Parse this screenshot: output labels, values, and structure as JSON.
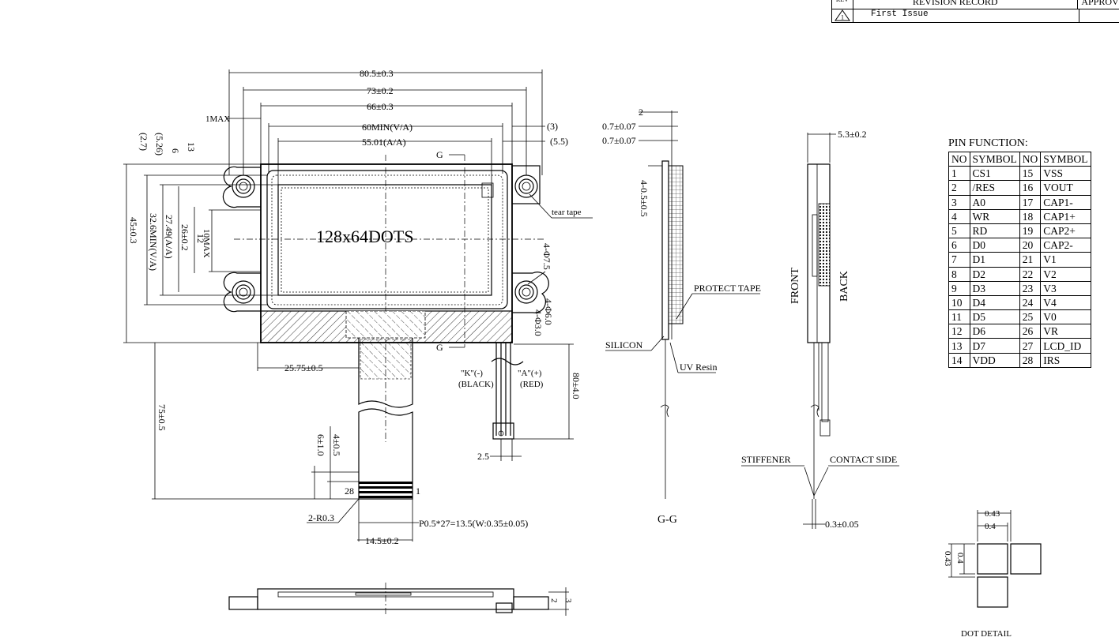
{
  "revision": {
    "col_rev": "REV",
    "col_record": "REVISION RECORD",
    "col_approve": "APPROVE",
    "first_issue": "First Issue",
    "rev_mark": "1"
  },
  "front_view": {
    "display_text": "128x64DOTS",
    "dims": {
      "w_outer": "80.5±0.3",
      "w_73": "73±0.2",
      "w_66": "66±0.3",
      "w_va": "60MIN(V/A)",
      "w_aa": "55.01(A/A)",
      "side_3": "(3)",
      "side_55": "(5.5)",
      "one_max": "1MAX",
      "h_27": "(2.7)",
      "h_526": "(5.26)",
      "h_6": "6",
      "h_13": "13",
      "h_45": "45±0.3",
      "h_326": "32.6MIN(V/A)",
      "h_2749": "27.49(A/A)",
      "h_26": "26±0.2",
      "h_12": "12",
      "ten_max": "10MAX",
      "holes_75": "4-Φ7.5",
      "holes_60": "4-Φ6.0",
      "holes_30": "4-Φ3.0",
      "offset_2575": "25.75±0.5",
      "len_75": "75±0.5",
      "len_80": "80±4.0",
      "w_25": "2.5",
      "tail_4": "4±0.5",
      "tail_6": "6±1.0",
      "pin_28": "28",
      "pin_1": "1",
      "radius": "2-R0.3",
      "pitch": "P0.5*27=13.5(W:0.35±0.05)",
      "w_145": "14.5±0.2"
    },
    "section_mark": "G",
    "tear_tape": "tear tape",
    "wire_k": "\"K\"(-)",
    "wire_k_color": "(BLACK)",
    "wire_a": "\"A\"(+)",
    "wire_a_color": "(RED)"
  },
  "bottom_view": {
    "dim_2": "2",
    "dim_3": "3"
  },
  "section_gg": {
    "label": "G-G",
    "dim_2": "2",
    "dim_07a": "0.7±0.07",
    "dim_07b": "0.7±0.07",
    "dim_405": "4-0.5±0.5",
    "protect_tape": "PROTECT TAPE",
    "silicon": "SILICON",
    "uv_resin": "UV Resin"
  },
  "side_view": {
    "thickness": "5.3±0.2",
    "front": "FRONT",
    "back": "BACK",
    "stiffener": "STIFFENER",
    "contact_side": "CONTACT SIDE",
    "fpc_thickness": "0.3±0.05"
  },
  "pin_function": {
    "title": "PIN FUNCTION:",
    "headers": [
      "NO",
      "SYMBOL",
      "NO",
      "SYMBOL"
    ],
    "rows": [
      [
        "1",
        "CS1",
        "15",
        "VSS"
      ],
      [
        "2",
        "/RES",
        "16",
        "VOUT"
      ],
      [
        "3",
        "A0",
        "17",
        "CAP1-"
      ],
      [
        "4",
        "WR",
        "18",
        "CAP1+"
      ],
      [
        "5",
        "RD",
        "19",
        "CAP2+"
      ],
      [
        "6",
        "D0",
        "20",
        "CAP2-"
      ],
      [
        "7",
        "D1",
        "21",
        "V1"
      ],
      [
        "8",
        "D2",
        "22",
        "V2"
      ],
      [
        "9",
        "D3",
        "23",
        "V3"
      ],
      [
        "10",
        "D4",
        "24",
        "V4"
      ],
      [
        "11",
        "D5",
        "25",
        "V0"
      ],
      [
        "12",
        "D6",
        "26",
        "VR"
      ],
      [
        "13",
        "D7",
        "27",
        "LCD_ID"
      ],
      [
        "14",
        "VDD",
        "28",
        "IRS"
      ]
    ]
  },
  "dot_detail": {
    "label": "DOT DETAIL",
    "w_043": "0.43",
    "w_04": "0.4",
    "h_043": "0.43",
    "h_04": "0.4"
  }
}
